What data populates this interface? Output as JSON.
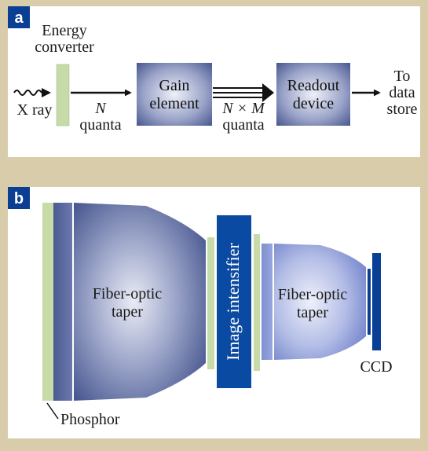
{
  "panel_a": {
    "tag": "a",
    "energy_converter": [
      "Energy",
      "converter"
    ],
    "xray": "X ray",
    "n_quanta": [
      "N",
      "quanta"
    ],
    "gain_element": [
      "Gain",
      "element"
    ],
    "nm_quanta": [
      "N × M",
      "quanta"
    ],
    "readout_device": [
      "Readout",
      "device"
    ],
    "to_data_store": [
      "To",
      "data",
      "store"
    ]
  },
  "panel_b": {
    "tag": "b",
    "taper_left": [
      "Fiber-optic",
      "taper"
    ],
    "image_intensifier": "Image intensifier",
    "taper_right": [
      "Fiber-optic",
      "taper"
    ],
    "ccd": "CCD",
    "phosphor": "Phosphor"
  },
  "colors": {
    "background": "#d9ccab",
    "panel": "#ffffff",
    "tag_bg": "#0b3f94",
    "phosphor_green": "#c7dba8",
    "taper_dark": "#3b4d86",
    "intensifier_blue": "#0b4aa2",
    "ccd_blue": "#0a3f95"
  }
}
